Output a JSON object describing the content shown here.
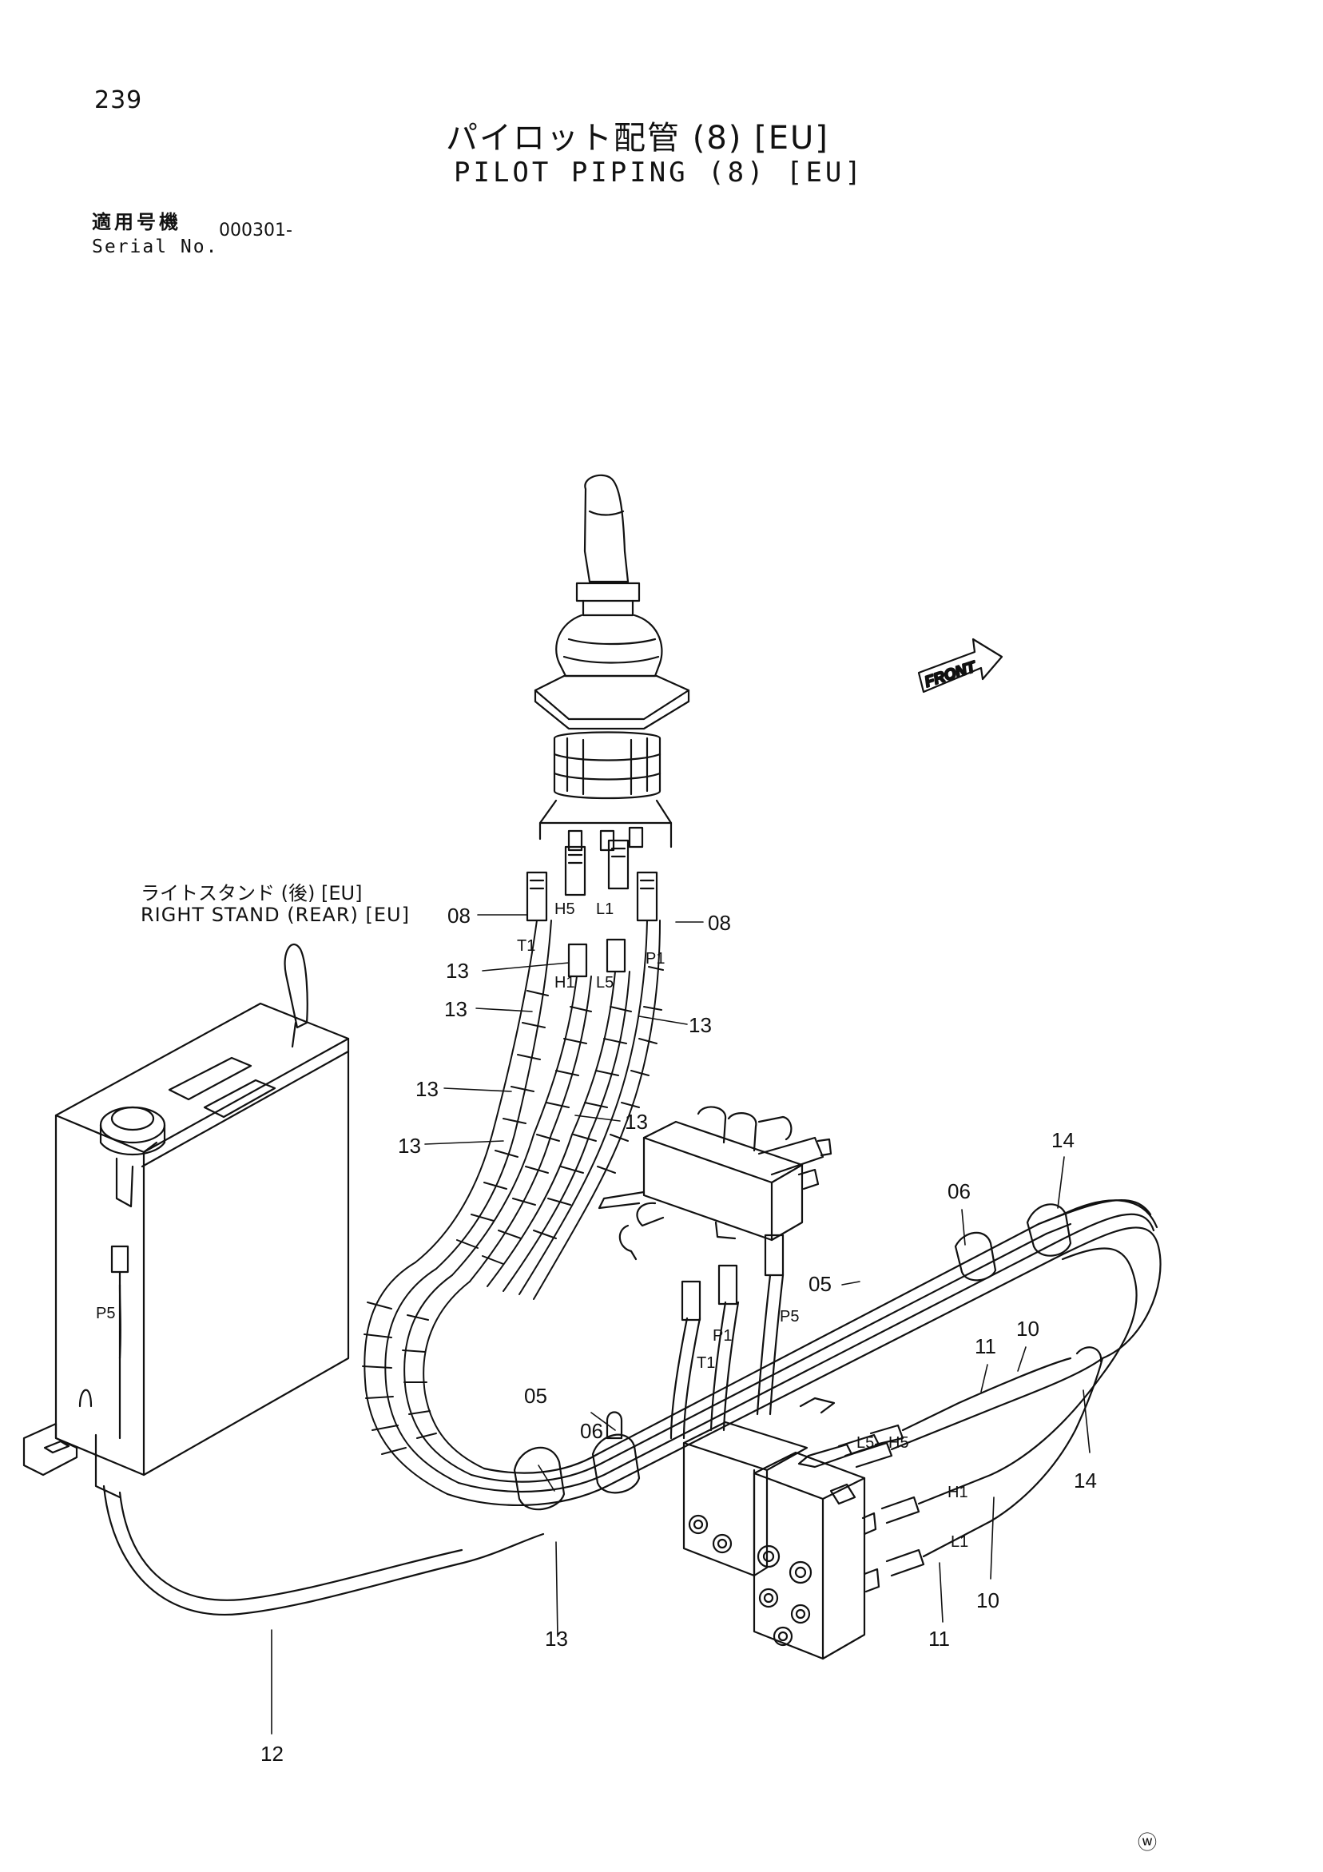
{
  "page_number": "239",
  "title_jp": "パイロット配管 (8) [EU]",
  "title_en": "PILOT PIPING (8) [EU]",
  "serial": {
    "label_jp": "適用号機",
    "label_en": "Serial No.",
    "value": "000301-"
  },
  "assembly_label": {
    "jp": "ライトスタンド (後) [EU]",
    "en": "RIGHT STAND (REAR) [EU]"
  },
  "front_label": "FRONT",
  "callouts": [
    {
      "id": "c08a",
      "text": "08"
    },
    {
      "id": "c08b",
      "text": "08"
    },
    {
      "id": "c13a",
      "text": "13"
    },
    {
      "id": "c13b",
      "text": "13"
    },
    {
      "id": "c13c",
      "text": "13"
    },
    {
      "id": "c13d",
      "text": "13"
    },
    {
      "id": "c13e",
      "text": "13"
    },
    {
      "id": "c13f",
      "text": "13"
    },
    {
      "id": "c13g",
      "text": "13"
    },
    {
      "id": "c14a",
      "text": "14"
    },
    {
      "id": "c14b",
      "text": "14"
    },
    {
      "id": "c06a",
      "text": "06"
    },
    {
      "id": "c06b",
      "text": "06"
    },
    {
      "id": "c05a",
      "text": "05"
    },
    {
      "id": "c05b",
      "text": "05"
    },
    {
      "id": "c10a",
      "text": "10"
    },
    {
      "id": "c10b",
      "text": "10"
    },
    {
      "id": "c11a",
      "text": "11"
    },
    {
      "id": "c11b",
      "text": "11"
    },
    {
      "id": "c12",
      "text": "12"
    }
  ],
  "ports": {
    "T1a": "T1",
    "H5a": "H5",
    "L1a": "L1",
    "P1a": "P1",
    "H1a": "H1",
    "L5a": "L5",
    "P5a": "P5",
    "T1b": "T1",
    "P1b": "P1",
    "P5b": "P5",
    "L5b": "L5",
    "H5b": "H5",
    "H1b": "H1",
    "L1b": "L1"
  },
  "footer_mark": "ⓦ"
}
